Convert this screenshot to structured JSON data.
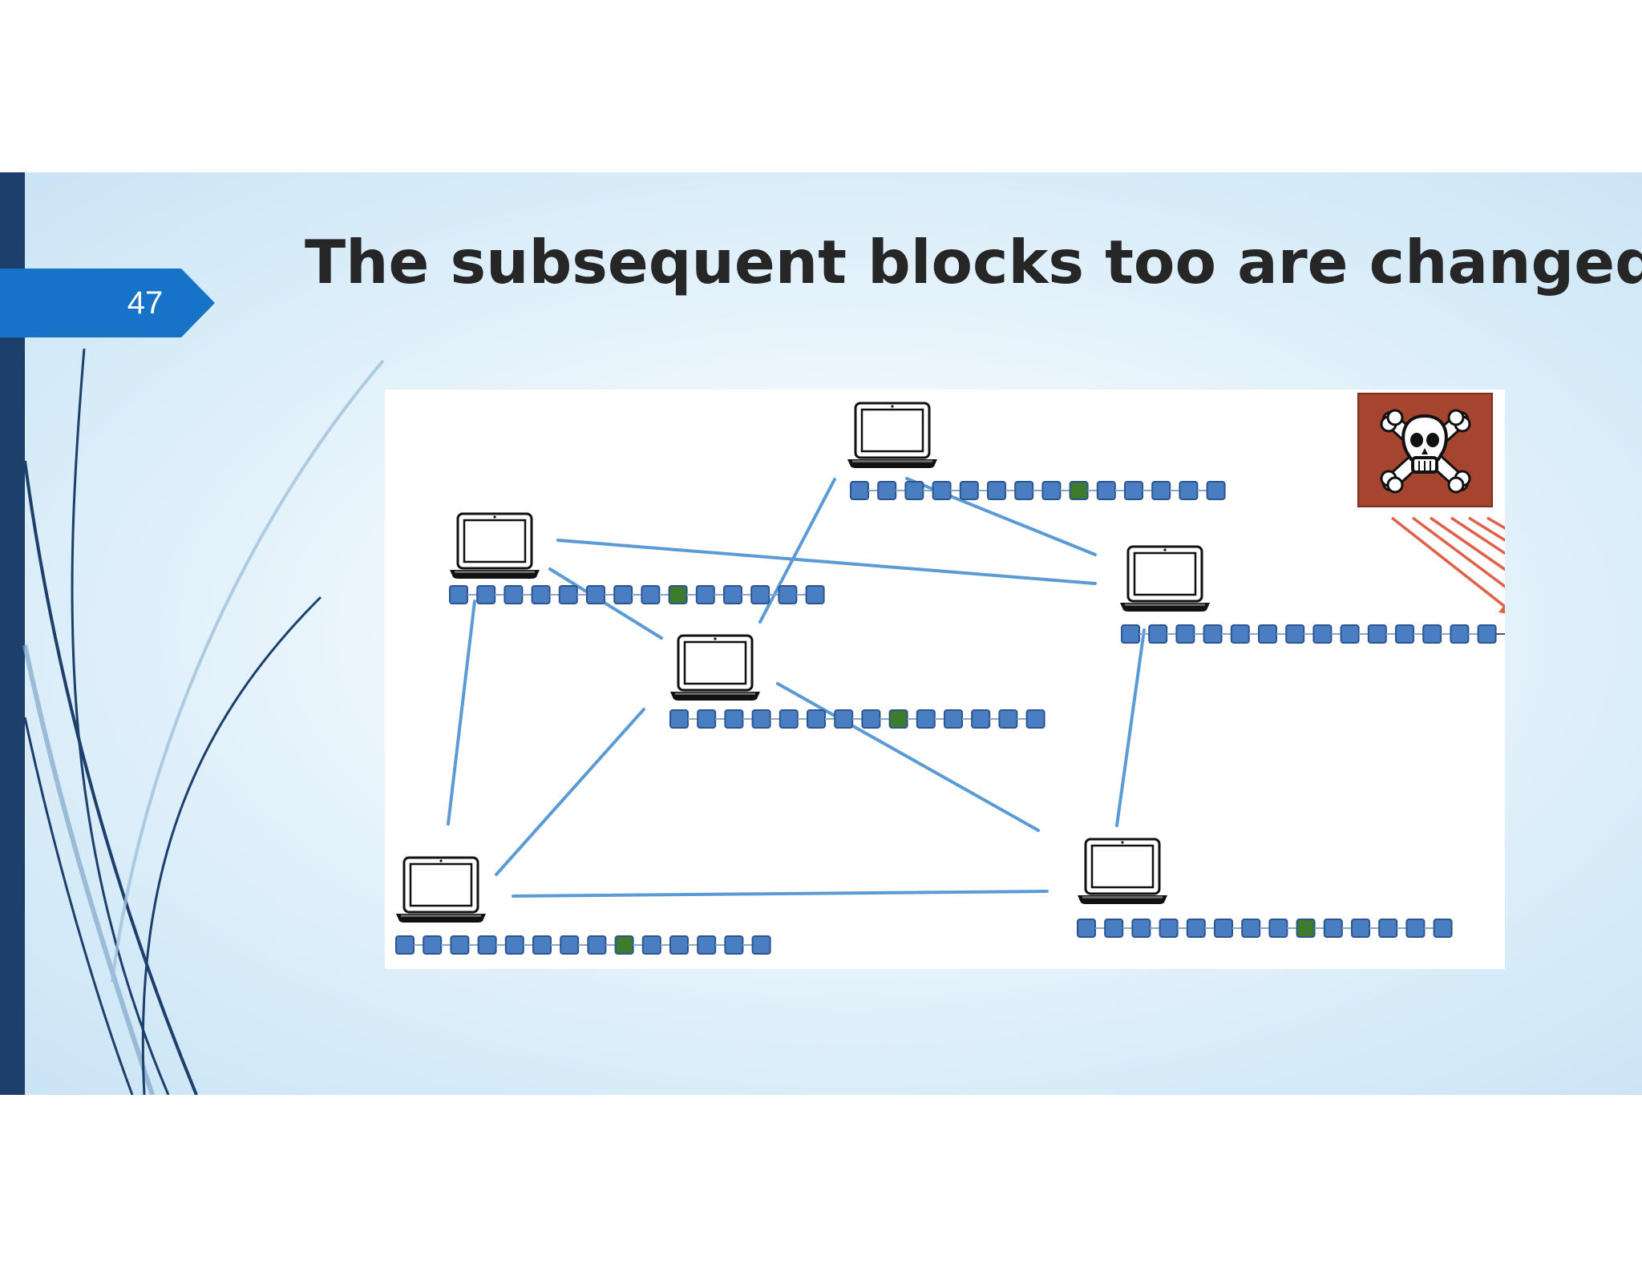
{
  "slide": {
    "number": "47",
    "title": "The subsequent blocks too are changed"
  },
  "colors": {
    "left_bar": "#1c3f6b",
    "badge": "#1673c8",
    "title_text": "#262626",
    "block": "#4a7ec2",
    "block_border": "#2c5590",
    "block_modified": "#3d7c2c",
    "block_attacked": "#000000",
    "connection_line": "#5b9bd5",
    "attack_arrow": "#e0614a",
    "skull_background": "#a5442f"
  },
  "diagram": {
    "nodes": [
      {
        "id": "node-top",
        "blocks": 14,
        "modified_block": 9,
        "attacked_blocks": 0
      },
      {
        "id": "node-left",
        "blocks": 14,
        "modified_block": 9,
        "attacked_blocks": 0
      },
      {
        "id": "node-center",
        "blocks": 14,
        "modified_block": 9,
        "attacked_blocks": 0
      },
      {
        "id": "node-right",
        "blocks": 14,
        "modified_block": 0,
        "attacked_blocks": 6
      },
      {
        "id": "node-bottom-left",
        "blocks": 14,
        "modified_block": 9,
        "attacked_blocks": 0
      },
      {
        "id": "node-bottom-right",
        "blocks": 14,
        "modified_block": 9,
        "attacked_blocks": 0
      }
    ],
    "connections": [
      [
        "node-left",
        "node-right"
      ],
      [
        "node-left",
        "node-center"
      ],
      [
        "node-left",
        "node-bottom-left"
      ],
      [
        "node-top",
        "node-center"
      ],
      [
        "node-top",
        "node-right"
      ],
      [
        "node-center",
        "node-bottom-left"
      ],
      [
        "node-center",
        "node-bottom-right"
      ],
      [
        "node-bottom-left",
        "node-bottom-right"
      ],
      [
        "node-right",
        "node-bottom-right"
      ]
    ],
    "attacker": {
      "icon": "skull-crossbones-icon",
      "arrows": 6,
      "target": "node-right"
    }
  }
}
